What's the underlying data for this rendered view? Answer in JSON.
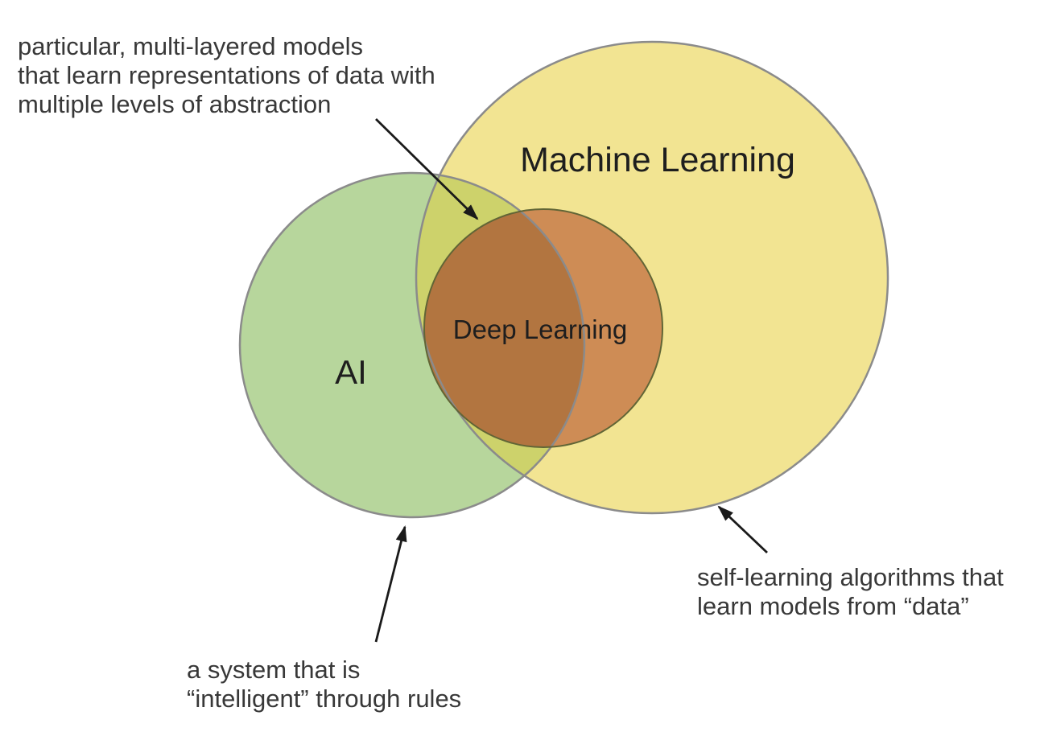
{
  "background": "#ffffff",
  "venn": {
    "type": "venn-diagram",
    "circles": {
      "ai": {
        "label": "AI",
        "fill": "#b7d69c",
        "stroke": "#8b8b8b"
      },
      "ml": {
        "label": "Machine Learning",
        "fill": "#f2e492",
        "stroke": "#8b8b8b"
      },
      "dl": {
        "label": "Deep Learning",
        "fill": "#ce8c55",
        "stroke": "#616536"
      }
    },
    "overlaps": {
      "ai_ml_fill": "#cdd26b",
      "dl_ai_fill": "#b27540"
    }
  },
  "annotations": {
    "dl_note": {
      "lines": [
        "particular, multi-layered models",
        "that learn representations of data with",
        "multiple levels of abstraction"
      ]
    },
    "ai_note": {
      "lines": [
        "a system that is",
        "“intelligent” through rules"
      ]
    },
    "ml_note": {
      "lines": [
        "self-learning algorithms that",
        "learn models from “data”"
      ]
    }
  },
  "colors": {
    "annotation_text": "#383838",
    "label_text": "#1e1e1e",
    "arrow": "#1a1a1a"
  }
}
